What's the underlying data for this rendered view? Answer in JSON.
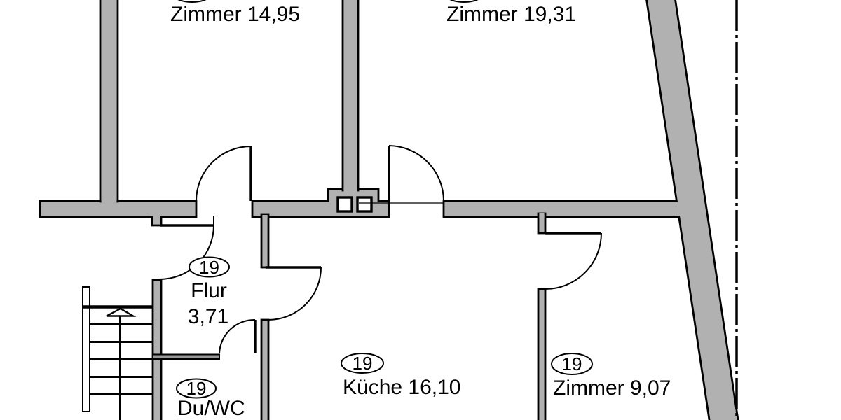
{
  "plan": {
    "type": "floorplan",
    "unit_number": "19",
    "rooms": {
      "zimmer_tl": {
        "label": "Zimmer 14,95"
      },
      "zimmer_tr": {
        "label": "Zimmer 19,31"
      },
      "flur": {
        "name": "Flur",
        "area": "3,71",
        "unit": "19"
      },
      "duwc": {
        "name": "Du/WC",
        "unit": "19"
      },
      "kueche": {
        "label": "Küche 16,10",
        "unit": "19"
      },
      "zimmer_br": {
        "label": "Zimmer 9,07",
        "unit": "19"
      }
    },
    "colors": {
      "wall_fill": "#b1b1b1",
      "line": "#000000",
      "background": "#ffffff"
    }
  }
}
